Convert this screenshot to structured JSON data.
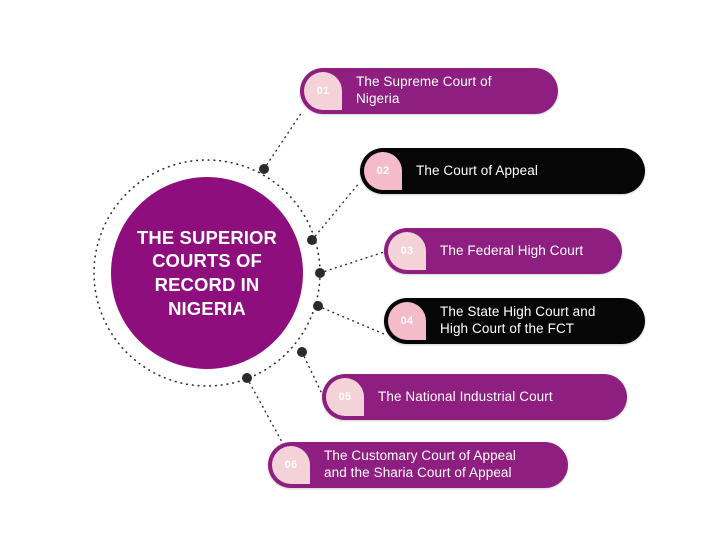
{
  "diagram": {
    "title": "THE SUPERIOR COURTS OF RECORD IN NIGERIA",
    "hub": {
      "label": "THE SUPERIOR\nCOURTS OF\nRECORD IN\nNIGERIA"
    },
    "colors": {
      "background": "#ffffff",
      "hub_fill": "#8D0E7C",
      "pill_purple": "#8E1F80",
      "pill_black": "#060606",
      "badge_pink_light": "#F3D2D8",
      "badge_pink_deep": "#F4BCCB",
      "text_on_fill": "#ffffff",
      "connector": "#2B2B2B"
    },
    "items": [
      {
        "number": "01",
        "label": "The Supreme Court of\nNigeria",
        "theme": "purple"
      },
      {
        "number": "02",
        "label": "The Court of Appeal",
        "theme": "black"
      },
      {
        "number": "03",
        "label": "The Federal High Court",
        "theme": "purple"
      },
      {
        "number": "04",
        "label": "The State High Court and\nHigh Court of the FCT",
        "theme": "black"
      },
      {
        "number": "05",
        "label": "The National Industrial Court",
        "theme": "purple"
      },
      {
        "number": "06",
        "label": "The Customary Court of Appeal\nand the Sharia Court of Appeal",
        "theme": "purple"
      }
    ]
  }
}
